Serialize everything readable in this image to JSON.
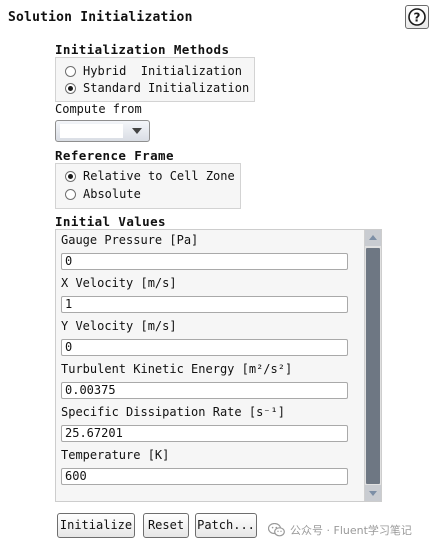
{
  "panel": {
    "title": "Solution Initialization",
    "help_icon": "question-circle-icon"
  },
  "init_methods": {
    "label": "Initialization Methods",
    "options": [
      {
        "label": "Hybrid  Initialization",
        "checked": false
      },
      {
        "label": "Standard Initialization",
        "checked": true
      }
    ]
  },
  "compute_from": {
    "label": "Compute from",
    "value": ""
  },
  "reference_frame": {
    "label": "Reference Frame",
    "options": [
      {
        "label": "Relative to Cell Zone",
        "checked": true
      },
      {
        "label": "Absolute",
        "checked": false
      }
    ]
  },
  "initial_values": {
    "label": "Initial Values",
    "fields": [
      {
        "label": "Gauge Pressure [Pa]",
        "value": "0"
      },
      {
        "label": "X Velocity [m/s]",
        "value": "1"
      },
      {
        "label": "Y Velocity [m/s]",
        "value": "0"
      },
      {
        "label": "Turbulent Kinetic Energy [m²/s²]",
        "value": "0.00375"
      },
      {
        "label": "Specific Dissipation Rate [s⁻¹]",
        "value": "25.67201"
      },
      {
        "label": "Temperature [K]",
        "value": "600"
      }
    ]
  },
  "buttons": {
    "initialize": "Initialize",
    "reset": "Reset",
    "patch": "Patch..."
  },
  "watermark": {
    "text": "公众号 · Fluent学习笔记",
    "icon": "wechat-icon"
  }
}
